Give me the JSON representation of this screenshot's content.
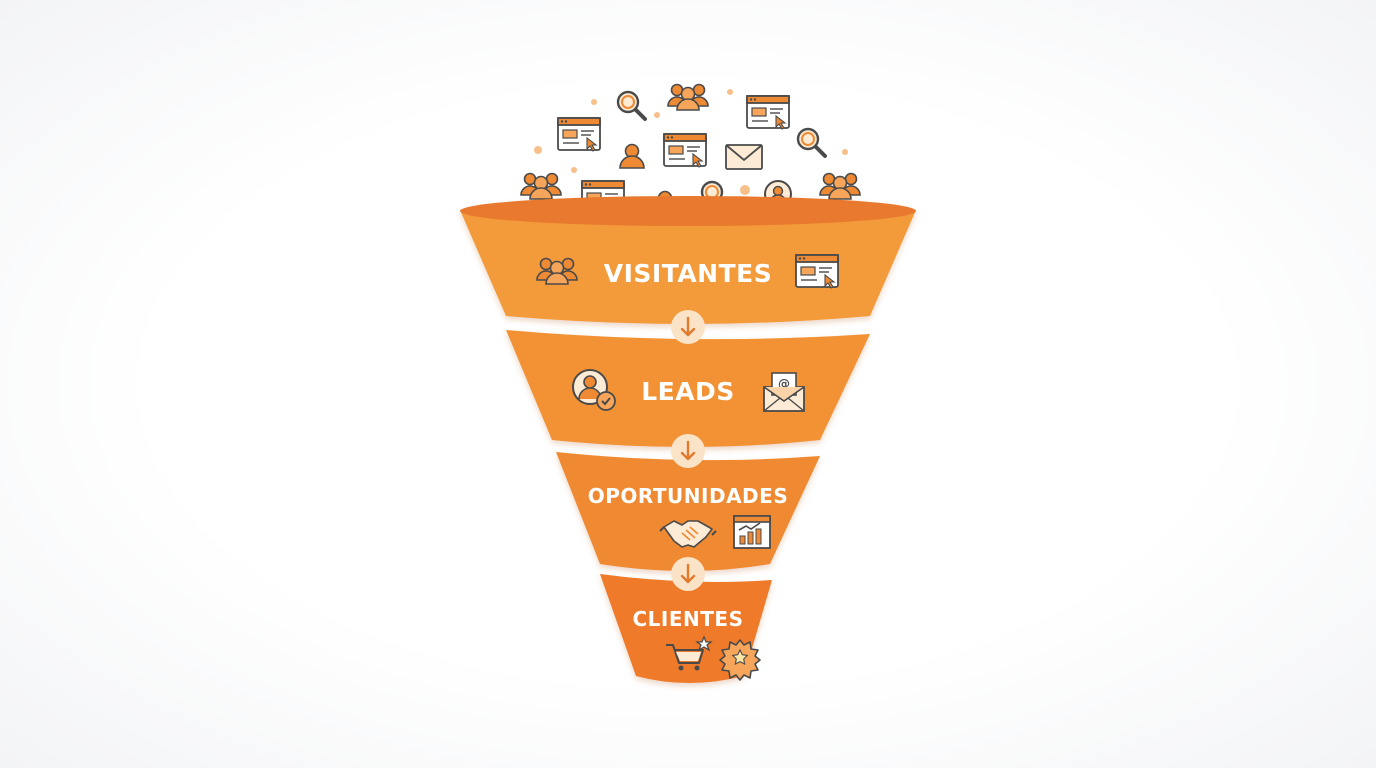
{
  "funnel": {
    "stages": [
      {
        "label": "VISITANTES",
        "left_icon": "group-icon",
        "right_icon": "browser-cursor-icon"
      },
      {
        "label": "LEADS",
        "left_icon": "user-check-icon",
        "right_icon": "email-at-icon"
      },
      {
        "label": "OPORTUNIDADES",
        "icons": [
          "handshake-icon",
          "growth-chart-icon"
        ]
      },
      {
        "label": "CLIENTES",
        "icons": [
          "cart-star-icon",
          "star-badge-icon"
        ]
      }
    ],
    "connector_icon": "arrow-down-icon",
    "colors": {
      "stage_1": "#F39A3A",
      "stage_2": "#F29236",
      "stage_3": "#F08A32",
      "stage_4": "#EE7A2C",
      "rim": "#E8792E",
      "icon_orange": "#EE8A33",
      "icon_outline": "#4A4A4A",
      "arrow_circle": "#FBE3C8",
      "arrow": "#E27A2E"
    }
  },
  "floating_icons": [
    "group-icon",
    "search-icon",
    "group-icon",
    "browser-cursor-icon",
    "browser-cursor-icon",
    "person-icon",
    "browser-cursor-icon",
    "email-icon",
    "search-icon",
    "group-icon",
    "browser-cursor-icon",
    "person-icon",
    "search-icon",
    "user-circle-icon",
    "group-icon"
  ]
}
